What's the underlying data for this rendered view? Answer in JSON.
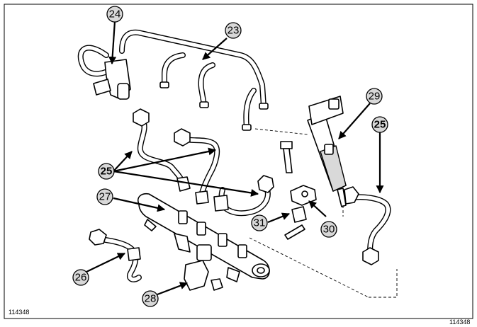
{
  "figure_reference": "114348",
  "figure_reference_outside": "114348",
  "callouts": {
    "c24": "24",
    "c23": "23",
    "c29": "29",
    "c25_right": "25",
    "c25_left": "25",
    "c27": "27",
    "c31": "31",
    "c30": "30",
    "c26": "26",
    "c28": "28"
  },
  "colors": {
    "callout_fill": "#d8d8d8",
    "line": "#000000",
    "background": "#ffffff"
  }
}
